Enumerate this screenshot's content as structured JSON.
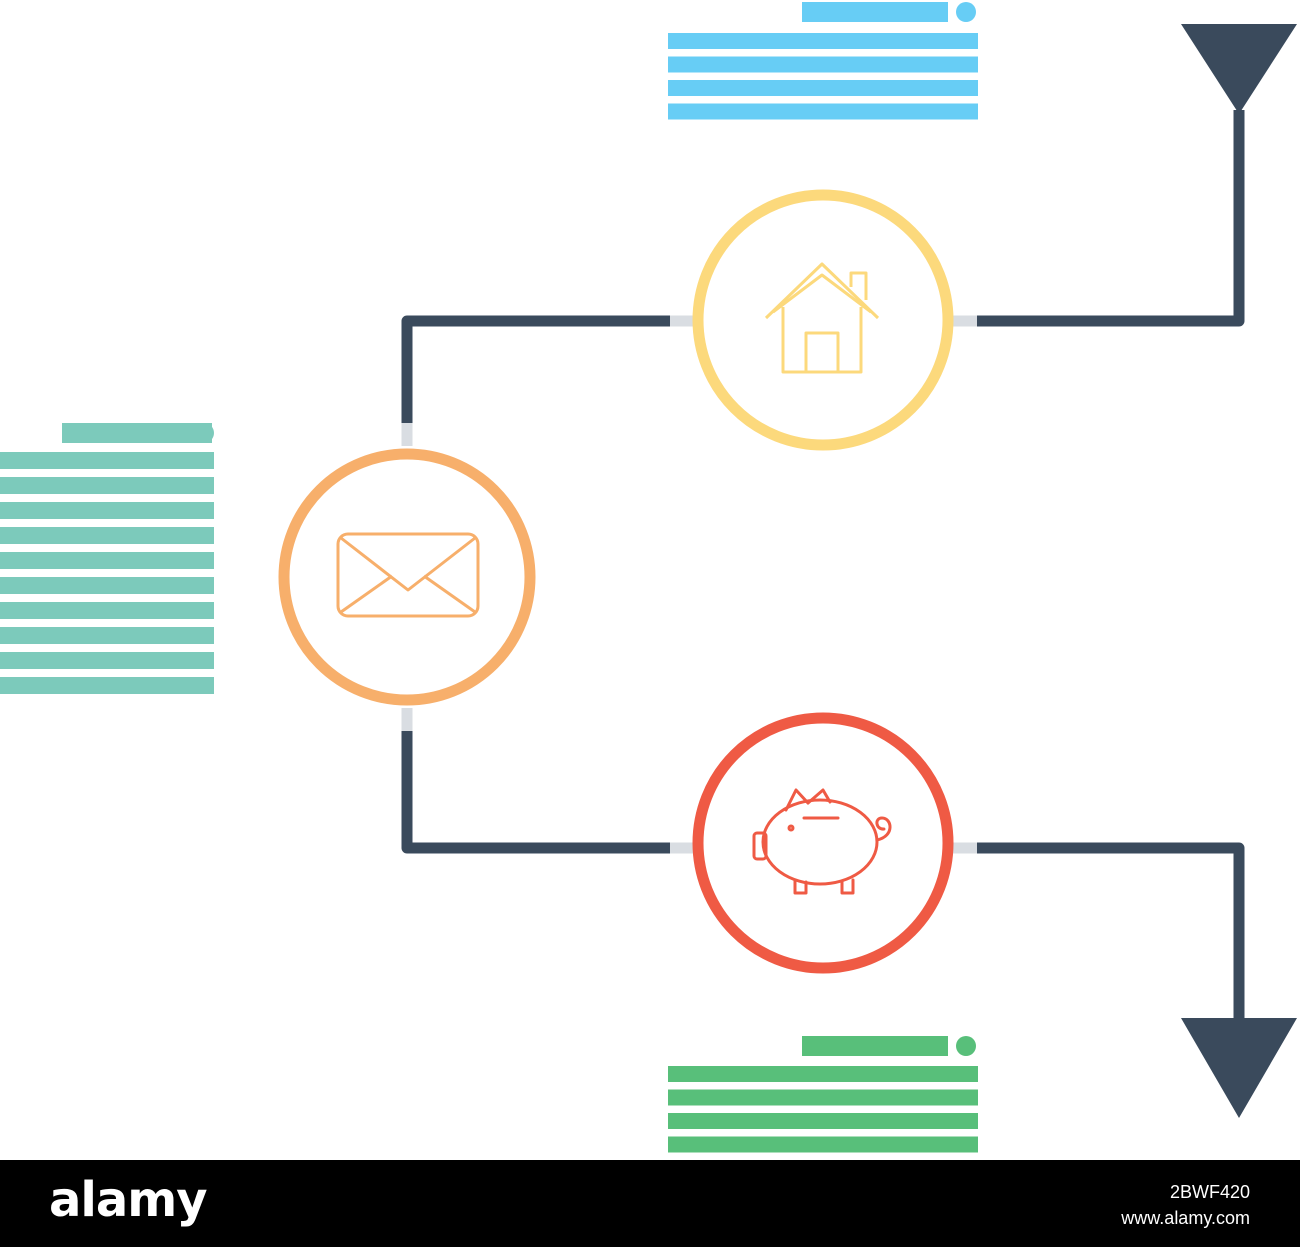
{
  "colors": {
    "connector": "#3a4a5c",
    "gap": "#d9dde2",
    "mail": "#f7af6b",
    "home": "#fcd97c",
    "piggy": "#ef5a44",
    "block_teal": "#7ccabb",
    "block_blue": "#67cdf5",
    "block_green": "#58bf7a",
    "footer_bg": "#000000",
    "footer_text": "#ffffff"
  },
  "nodes": [
    {
      "id": "mail",
      "icon": "envelope-icon"
    },
    {
      "id": "home",
      "icon": "house-icon"
    },
    {
      "id": "piggy",
      "icon": "piggy-bank-icon"
    }
  ],
  "text_blocks": [
    {
      "id": "left",
      "color": "teal"
    },
    {
      "id": "top",
      "color": "blue"
    },
    {
      "id": "bottom",
      "color": "green"
    }
  ],
  "arrows": [
    {
      "id": "top-right",
      "icon": "funnel-triangle-icon"
    },
    {
      "id": "bottom-right",
      "icon": "arrow-down-icon"
    }
  ],
  "footer": {
    "logo": "alamy",
    "image_id": "2BWF420",
    "url": "www.alamy.com"
  }
}
